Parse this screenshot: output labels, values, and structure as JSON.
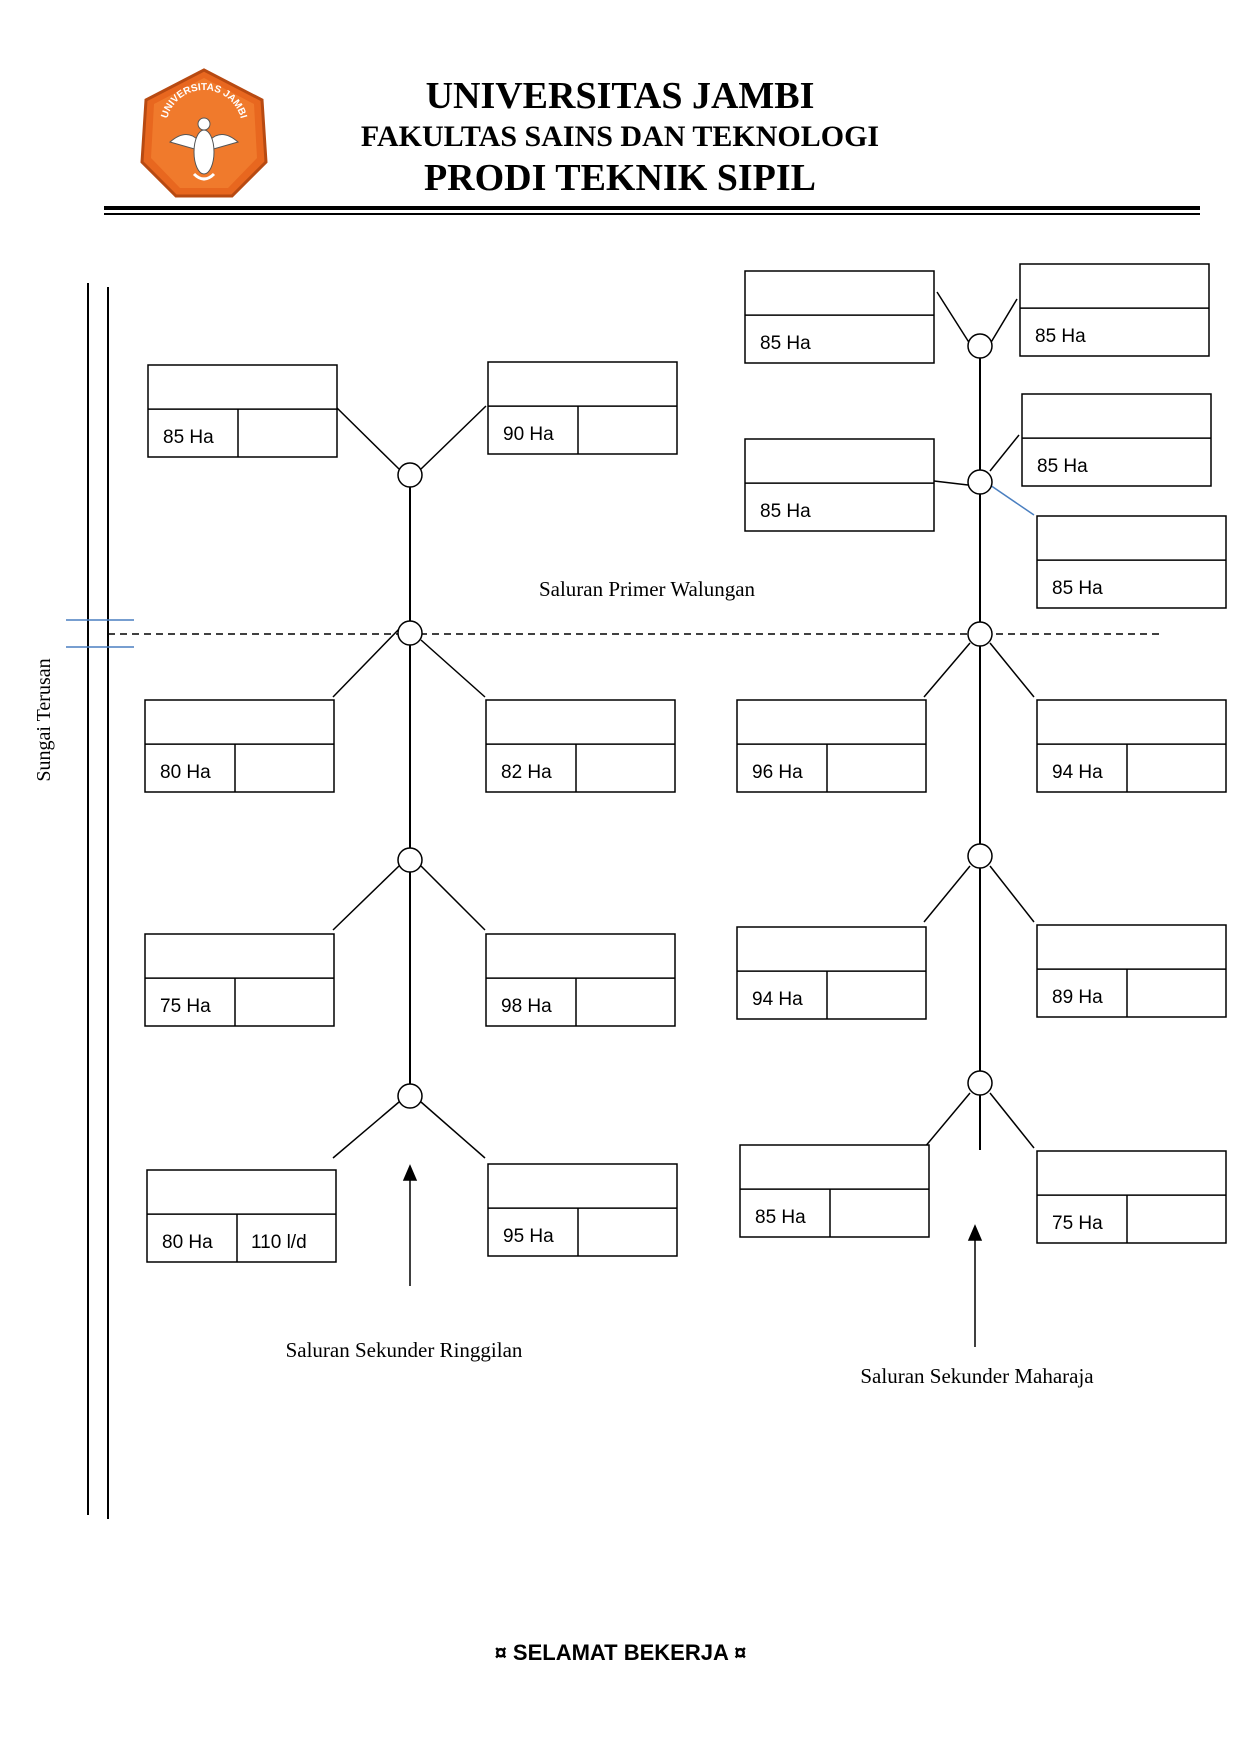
{
  "header": {
    "line1": "UNIVERSITAS JAMBI",
    "line2": "FAKULTAS SAINS DAN TEKNOLOGI",
    "line3": "PRODI TEKNIK SIPIL",
    "logo_text": "UNIVERSITAS JAMBI"
  },
  "labels": {
    "river": "Sungai Terusan",
    "primary": "Saluran Primer Walungan",
    "secondary_left": "Saluran Sekunder Ringgilan",
    "secondary_right": "Saluran Sekunder Maharaja"
  },
  "plots": [
    {
      "area": "85 Ha"
    },
    {
      "area": "90 Ha"
    },
    {
      "area": "80 Ha"
    },
    {
      "area": "82 Ha"
    },
    {
      "area": "75 Ha"
    },
    {
      "area": "98 Ha"
    },
    {
      "area": "80 Ha",
      "flow": "110 l/d"
    },
    {
      "area": "95 Ha"
    },
    {
      "area": "85 Ha"
    },
    {
      "area": "85 Ha"
    },
    {
      "area": "85 Ha"
    },
    {
      "area": "85 Ha"
    },
    {
      "area": "85 Ha"
    },
    {
      "area": "96 Ha"
    },
    {
      "area": "94 Ha"
    },
    {
      "area": "94 Ha"
    },
    {
      "area": "89 Ha"
    },
    {
      "area": "85 Ha"
    },
    {
      "area": "75 Ha"
    }
  ],
  "footer": "¤ SELAMAT BEKERJA ¤",
  "colors": {
    "logo": "#e8671f",
    "accent_line": "#4a7fc0"
  }
}
